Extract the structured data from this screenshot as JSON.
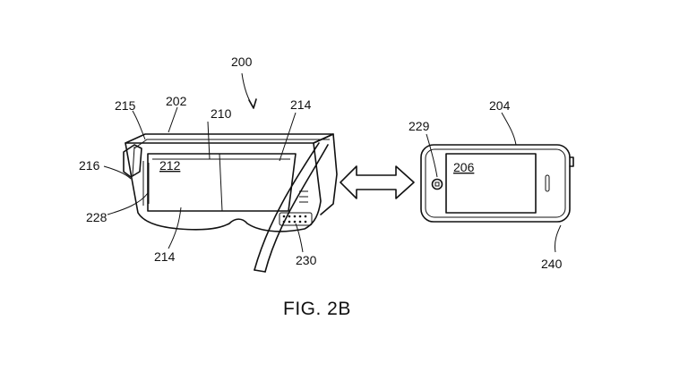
{
  "labels": {
    "ref_200": "200",
    "ref_202": "202",
    "ref_210": "210",
    "ref_215": "215",
    "ref_214_top": "214",
    "ref_216": "216",
    "ref_212": "212",
    "ref_228": "228",
    "ref_214_bottom": "214",
    "ref_230": "230",
    "ref_229": "229",
    "ref_204": "204",
    "ref_206": "206",
    "ref_240": "240"
  },
  "caption": "FIG. 2B"
}
